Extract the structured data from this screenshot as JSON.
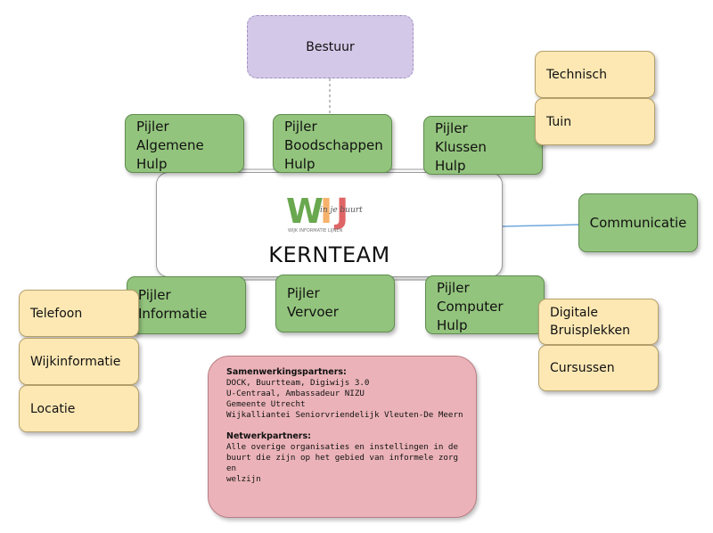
{
  "diagram": {
    "bestuur": "Bestuur",
    "kernteam": {
      "logo_text": "WIJ",
      "logo_script": "in je buurt",
      "logo_tagline": "WIJK INFORMATIE LIJNEN",
      "title": "KERNTEAM"
    },
    "pillars": {
      "algemene": "Pijler\nAlgemene\nHulp",
      "boodschappen": "Pijler\nBoodschappen\nHulp",
      "klussen": "Pijler\nKlussen\nHulp",
      "informatie": "Pijler\nInformatie",
      "vervoer": "Pijler\nVervoer",
      "computer": "Pijler\nComputer\nHulp",
      "communicatie": "Communicatie"
    },
    "sub": {
      "technisch": "Technisch",
      "tuin": "Tuin",
      "telefoon": "Telefoon",
      "wijkinformatie": "Wijkinformatie",
      "locatie": "Locatie",
      "digitale": "Digitale\nBruisplekken",
      "cursussen": "Cursussen"
    },
    "partners": {
      "heading1": "Samenwerkingspartners:",
      "lines1": [
        "DOCK, Buurtteam, Digiwijs 3.0",
        "U-Centraal, Ambassadeur NIZU",
        "Gemeente Utrecht",
        "Wijkalliantei Seniorvriendelijk Vleuten-De Meern"
      ],
      "heading2": "Netwerkpartners:",
      "lines2": [
        "Alle overige organisaties en instellingen in de",
        "buurt die zijn op het gebied van informele zorg en",
        "welzijn"
      ]
    },
    "colors": {
      "pillar": "#93c47d",
      "sub": "#fde8b4",
      "bestuur": "#d4c8e8",
      "partners": "#ebb3b9",
      "communicatie_link": "#6fa8dc"
    }
  }
}
